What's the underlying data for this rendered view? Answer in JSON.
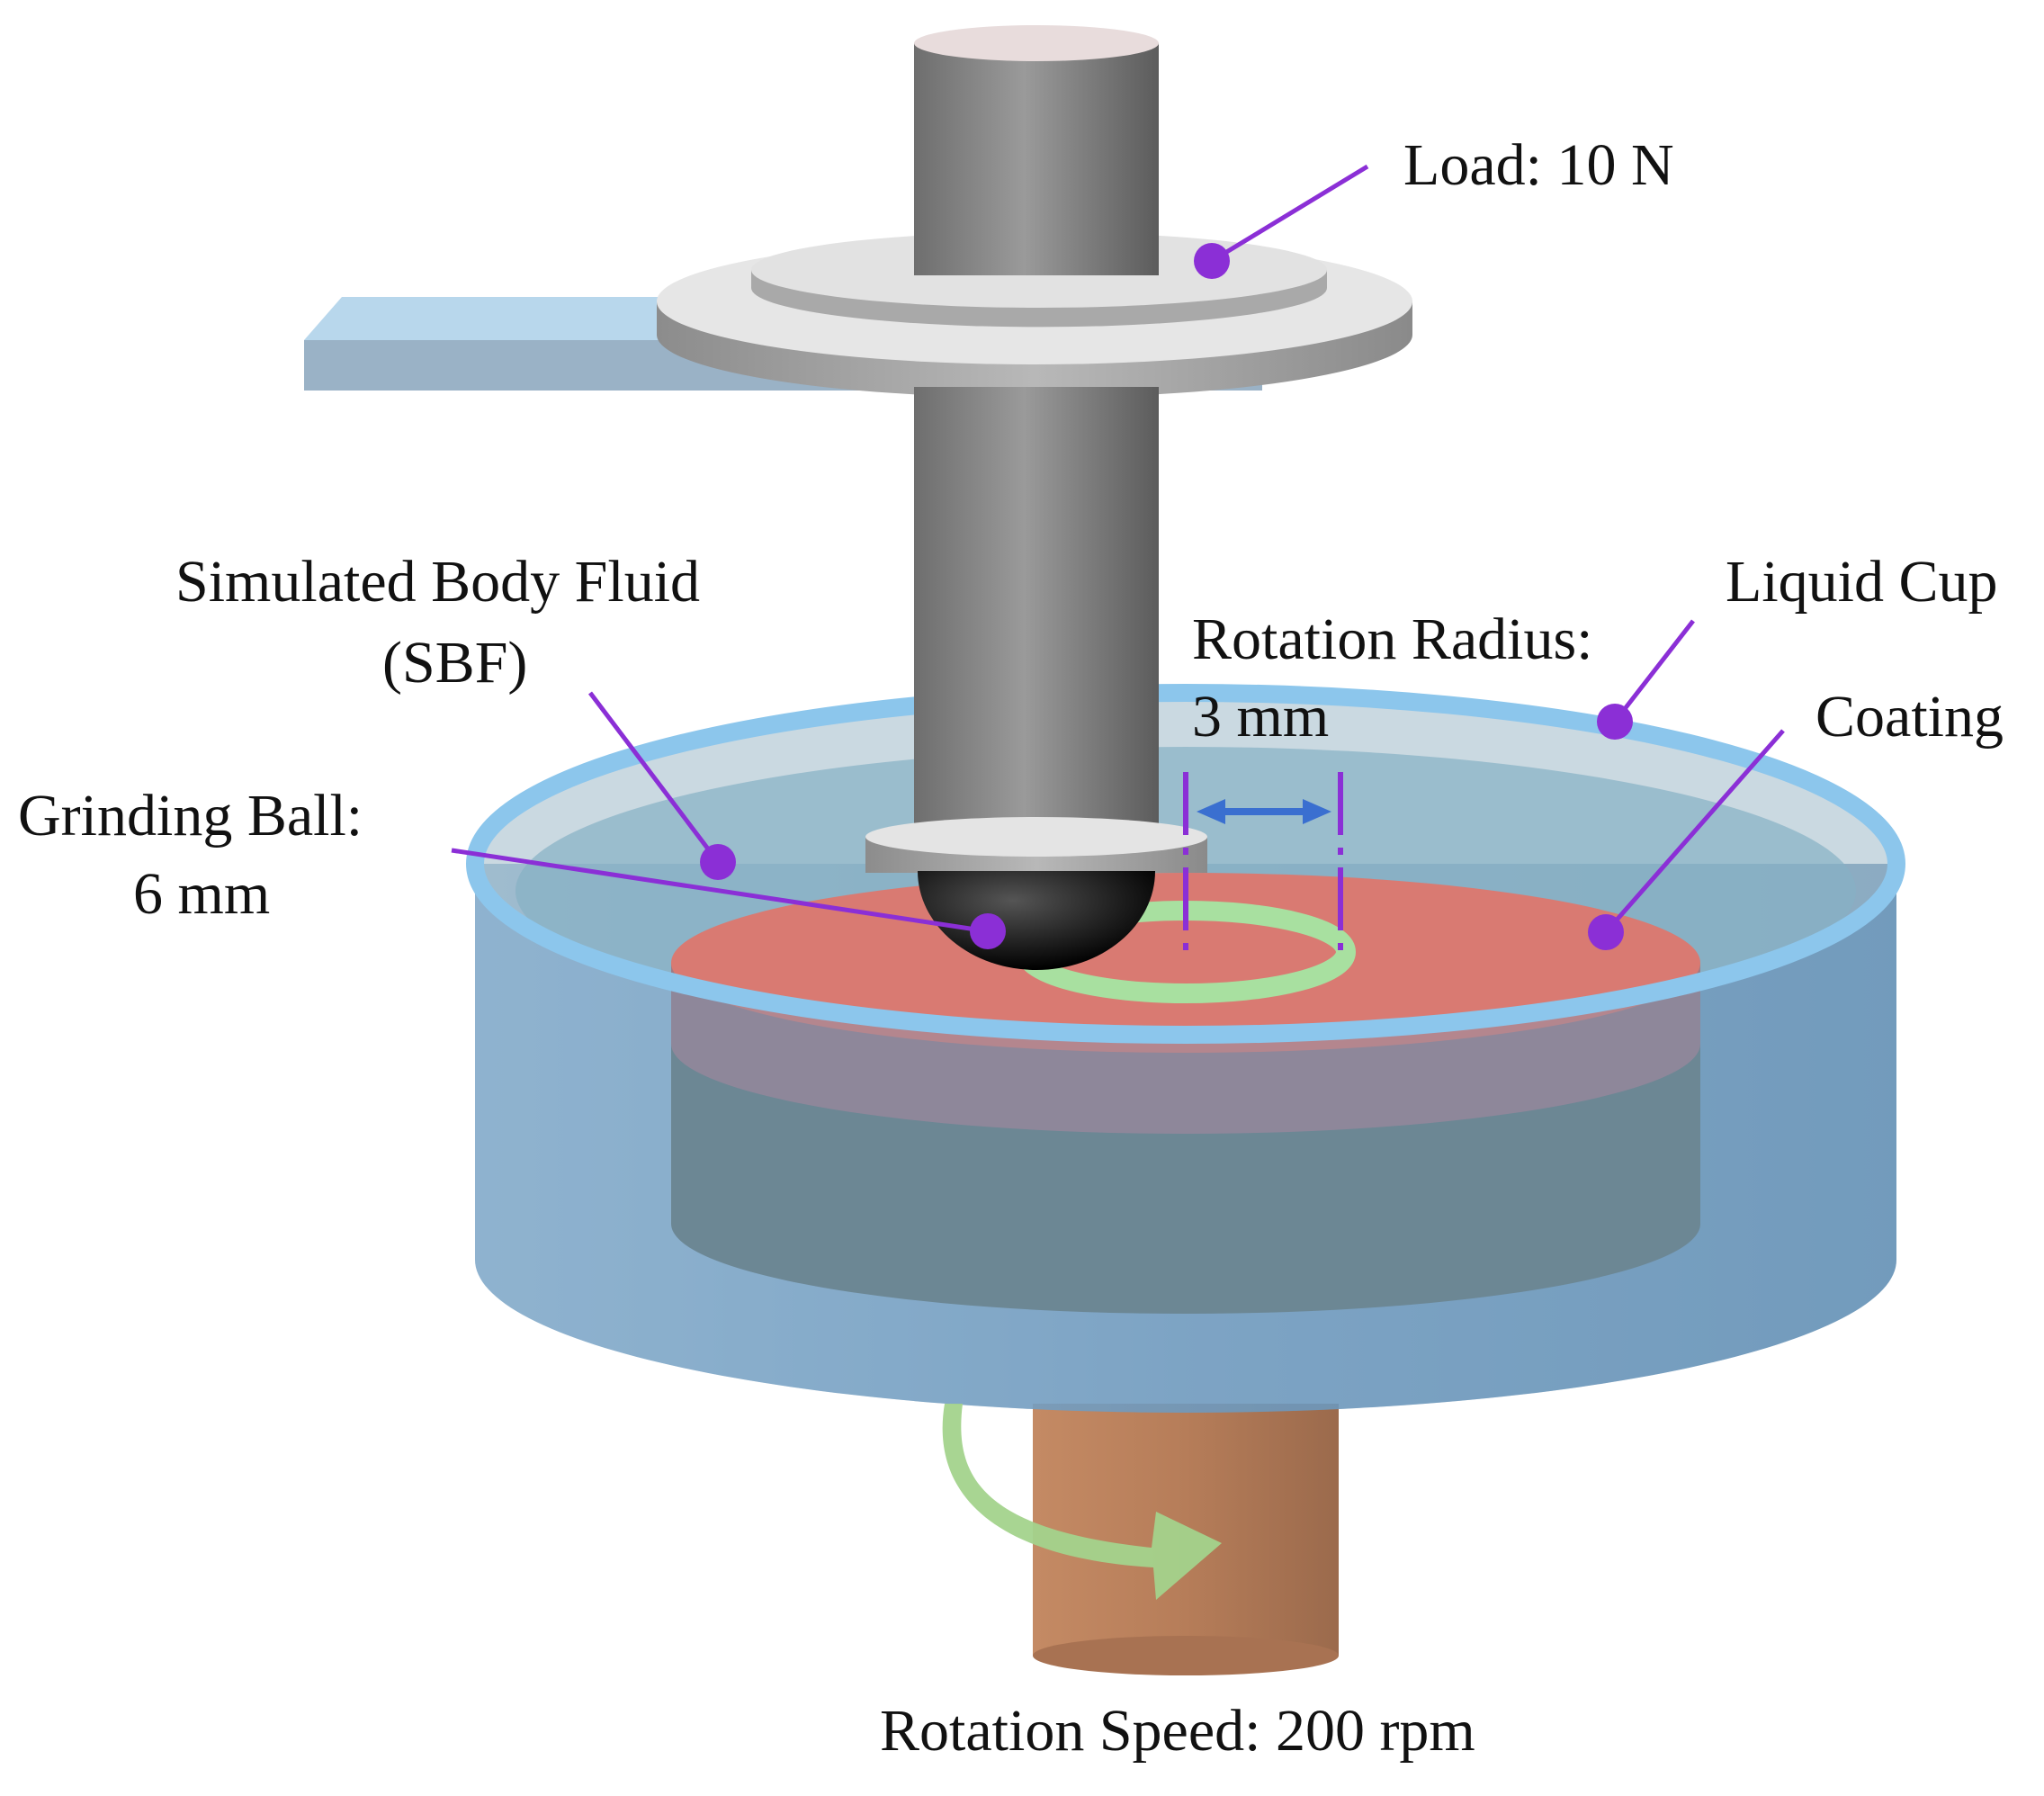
{
  "labels": {
    "load": "Load: 10 N",
    "sbf_line1": "Simulated Body Fluid",
    "sbf_line2": "(SBF)",
    "liquid_cup": "Liquid Cup",
    "radius_line1": "Rotation Radius:",
    "radius_line2": "3 mm",
    "coating": "Coating",
    "ball_line1": "Grinding Ball:",
    "ball_line2": "6 mm",
    "speed": "Rotation Speed: 200 rpm"
  },
  "colors": {
    "leader": "#8b2fd6",
    "coating": "#d97a72",
    "wear_track": "#a8e0a0",
    "liquid": "#7fb4d6",
    "cup_rim": "#8cc6ec",
    "steel": "#8a8a8a",
    "copper_shaft": "#b67d59",
    "rotation_arrow": "#a3d38c",
    "bracket": "#9ab2c6"
  },
  "icons": {
    "ball": "black-sphere",
    "rotation": "curved-arrow",
    "radius": "double-headed-arrow"
  }
}
